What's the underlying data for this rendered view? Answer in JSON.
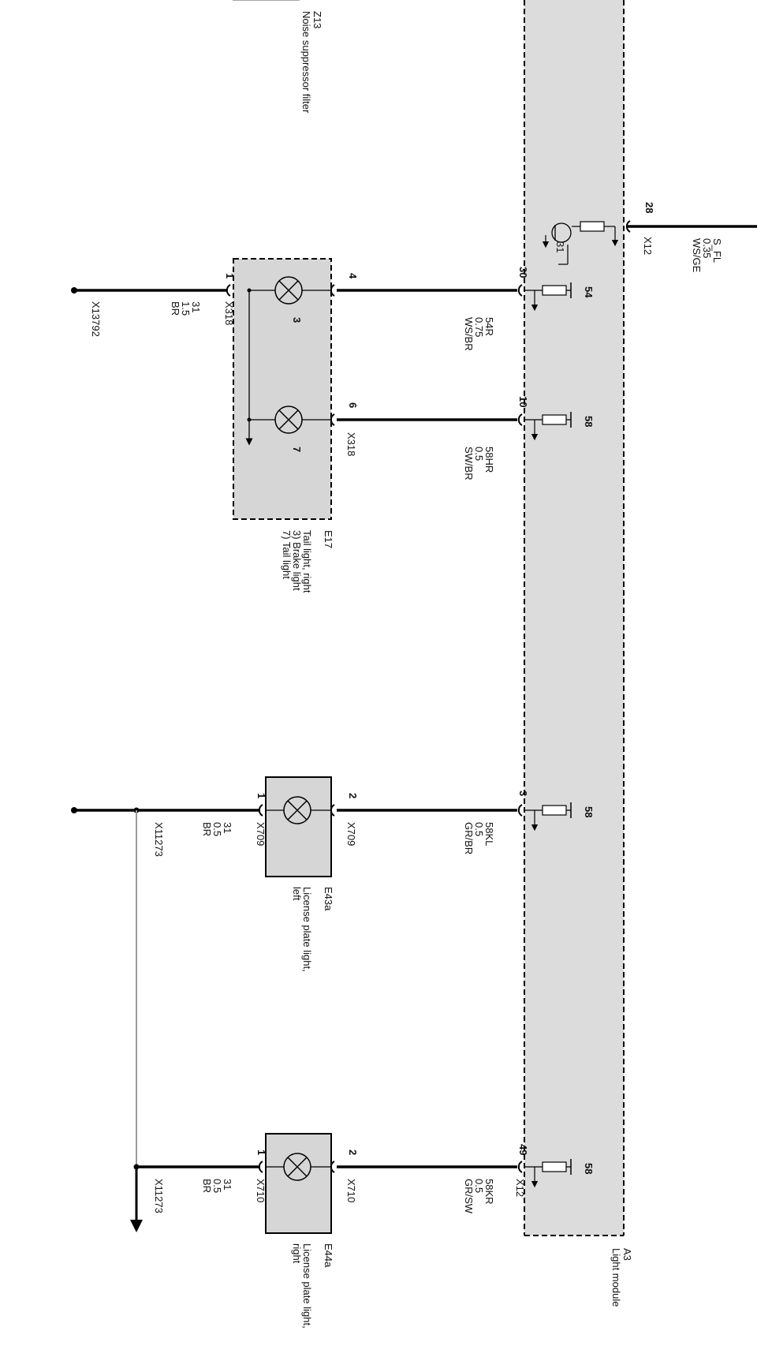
{
  "colors": {
    "module_fill": "#dcdcdc",
    "component_fill": "#d6d6d6",
    "wire": "#000000",
    "ground_line": "#9a9a9a"
  },
  "noise_filter": {
    "id": "Z13",
    "name": "Noise suppressor filter"
  },
  "light_module": {
    "id": "A3",
    "name": "Light module",
    "supply": {
      "pin": "28",
      "connector": "X12",
      "signal": "S_FL",
      "size": "0.35",
      "color": "WS/GE",
      "internal_ground": "31"
    },
    "pins": [
      "30",
      "10",
      "3",
      "49"
    ],
    "output_labels": [
      "54",
      "58",
      "58",
      "58"
    ],
    "bottom_connector": "X12"
  },
  "wires": [
    {
      "function": "54R",
      "size": "0.75",
      "color": "WS/BR"
    },
    {
      "function": "58HR",
      "size": "0.5",
      "color": "SW/BR"
    },
    {
      "function": "58KL",
      "size": "0.5",
      "color": "GR/BR"
    },
    {
      "function": "58KR",
      "size": "0.5",
      "color": "GR/SW"
    }
  ],
  "tail_light": {
    "id": "E17",
    "line1": "Tail light, right",
    "line2": "3) Brake light",
    "line3": "7) Tail light",
    "pin_brake_in": "4",
    "pin_tail_in": "6",
    "pin_ground": "1",
    "lamp_brake": "3",
    "lamp_tail": "7",
    "connector_top": "X318",
    "connector_mid": "X318"
  },
  "plate_left": {
    "id": "E43a",
    "line1": "License plate light,",
    "line2": "left",
    "pin_in": "2",
    "pin_out": "1",
    "connector_in": "X709",
    "connector_out": "X709"
  },
  "plate_right": {
    "id": "E44a",
    "line1": "License plate light,",
    "line2": "right",
    "pin_in": "2",
    "pin_out": "1",
    "connector_in": "X710",
    "connector_out": "X710"
  },
  "grounds": [
    {
      "function": "31",
      "size": "1.5",
      "color": "BR",
      "point": "X13792"
    },
    {
      "function": "31",
      "size": "0.5",
      "color": "BR",
      "point": "X11273"
    },
    {
      "function": "31",
      "size": "0.5",
      "color": "BR",
      "point": "X11273"
    }
  ]
}
